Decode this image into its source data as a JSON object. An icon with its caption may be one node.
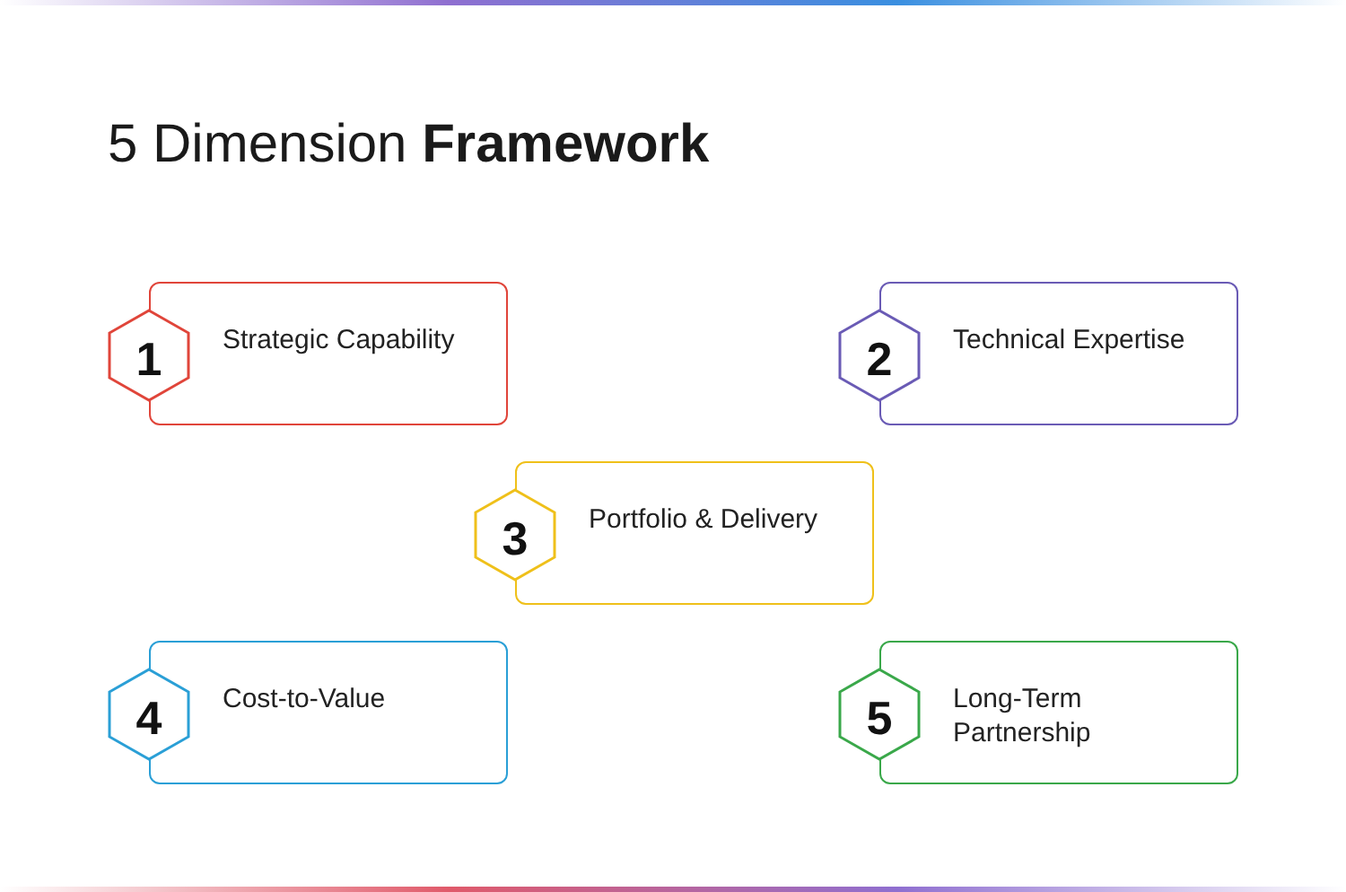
{
  "diagram": {
    "title": "5 Dimension **Framework**",
    "nodes": [
      {
        "text": [
          "1",
          "Strategic Capability"
        ]
      },
      {
        "text": [
          "2",
          "Technical Expertise"
        ]
      },
      {
        "text": [
          "3",
          "Portfolio & Delivery"
        ]
      },
      {
        "text": [
          "4",
          "Cost-to-Value"
        ]
      },
      {
        "text": [
          "5",
          "Long-Term Partnership"
        ]
      }
    ],
    "edges": []
  }
}
